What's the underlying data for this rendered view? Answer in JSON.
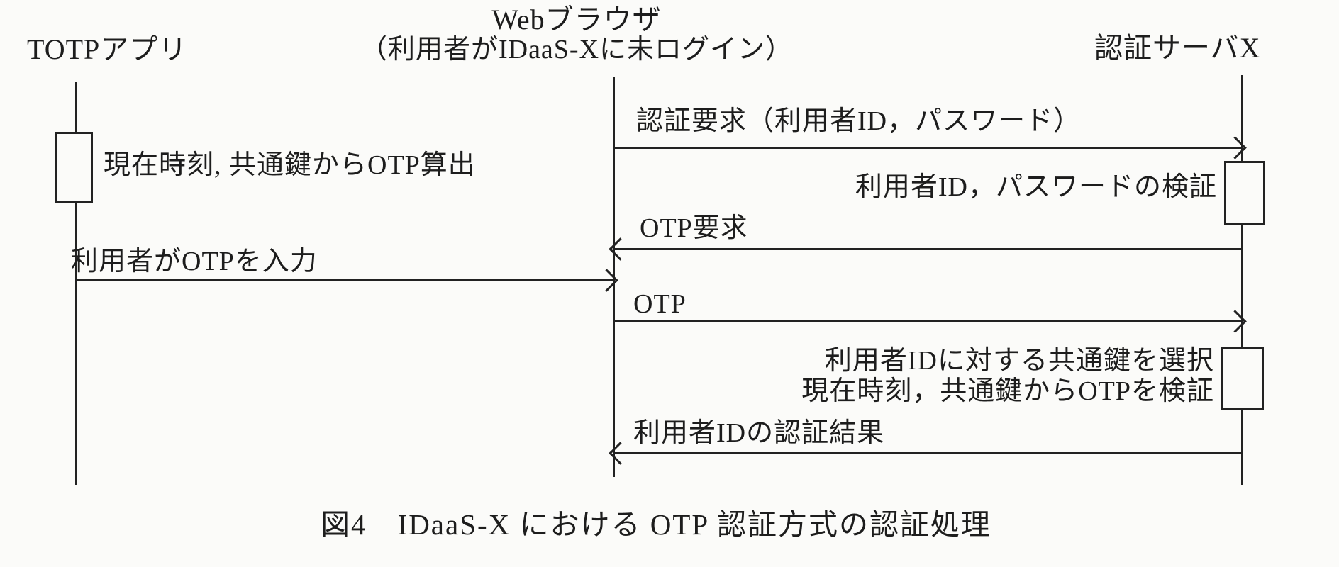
{
  "actors": {
    "totp_app": "TOTPアプリ",
    "browser_line1": "Webブラウザ",
    "browser_line2": "（利用者がIDaaS-Xに未ログイン）",
    "auth_server": "認証サーバX"
  },
  "messages": {
    "auth_request": "認証要求（利用者ID，パスワード）",
    "verify_id_password": "利用者ID，パスワードの検証",
    "otp_request": "OTP要求",
    "user_enters_otp": "利用者がOTPを入力",
    "otp": "OTP",
    "select_shared_key": "利用者IDに対する共通鍵を選択",
    "verify_otp": "現在時刻，共通鍵からOTPを検証",
    "auth_result": "利用者IDの認証結果",
    "compute_otp": "現在時刻, 共通鍵からOTP算出"
  },
  "caption": "図4　IDaaS-X における OTP 認証方式の認証処理"
}
